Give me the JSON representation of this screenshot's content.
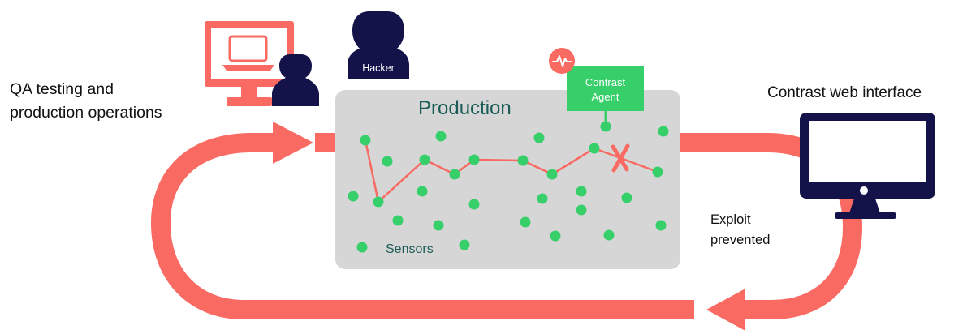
{
  "labels": {
    "qa_line1": "QA testing and",
    "qa_line2": "production operations",
    "hacker": "Hacker",
    "production": "Production",
    "agent_line1": "Contrast",
    "agent_line2": "Agent",
    "web_interface": "Contrast web interface",
    "exploit_line1": "Exploit",
    "exploit_line2": "prevented",
    "sensors": "Sensors"
  },
  "colors": {
    "loop": "#f86a62",
    "navy": "#13134a",
    "production_fill": "#d6d6d6",
    "sensor_dot": "#37cf6a",
    "agent_fill": "#37cf6a",
    "production_title": "#1a5c55"
  },
  "icons": {
    "qa_monitor": "monitor-laptop-icon",
    "qa_person": "person-icon",
    "hacker": "hacker-person-icon",
    "agent_badge": "pulse-icon",
    "web_interface": "monitor-icon",
    "exploit": "x-mark-icon"
  }
}
